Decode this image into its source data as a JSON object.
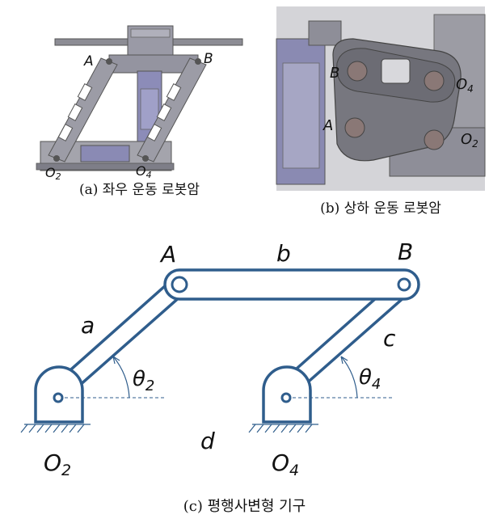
{
  "panel_a": {
    "caption": "(a) 좌우 운동 로봇암",
    "label_A": "A",
    "label_B": "B",
    "label_O2": "O",
    "label_O2_sub": "2",
    "label_O4": "O",
    "label_O4_sub": "4"
  },
  "panel_b": {
    "caption": "(b) 상하 운동 로봇암",
    "label_A": "A",
    "label_B": "B",
    "label_O2": "O",
    "label_O2_sub": "2",
    "label_O4": "O",
    "label_O4_sub": "4"
  },
  "panel_c": {
    "caption": "(c) 평행사변형 기구",
    "label_A": "A",
    "label_B": "B",
    "label_a": "a",
    "label_b": "b",
    "label_c": "c",
    "label_d": "d",
    "label_theta2": "θ",
    "label_theta2_sub": "2",
    "label_theta4": "θ",
    "label_theta4_sub": "4",
    "label_O2": "O",
    "label_O2_sub": "2",
    "label_O4": "O",
    "label_O4_sub": "4",
    "link_color": "#2f5d8c"
  }
}
